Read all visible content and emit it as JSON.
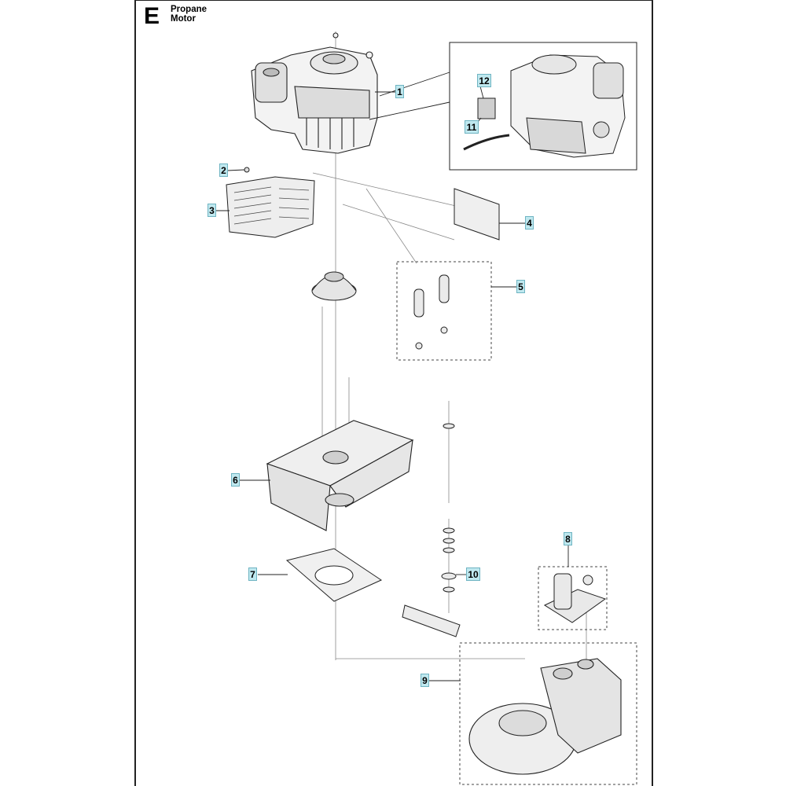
{
  "section": {
    "letter": "E",
    "title_line1": "Propane",
    "title_line2": "Motor"
  },
  "callouts": [
    "1",
    "2",
    "3",
    "4",
    "5",
    "6",
    "7",
    "8",
    "9",
    "10",
    "11",
    "12"
  ],
  "colors": {
    "callout_fill": "#bfe8ef",
    "callout_border": "#6fb4c2",
    "line": "#333333"
  }
}
